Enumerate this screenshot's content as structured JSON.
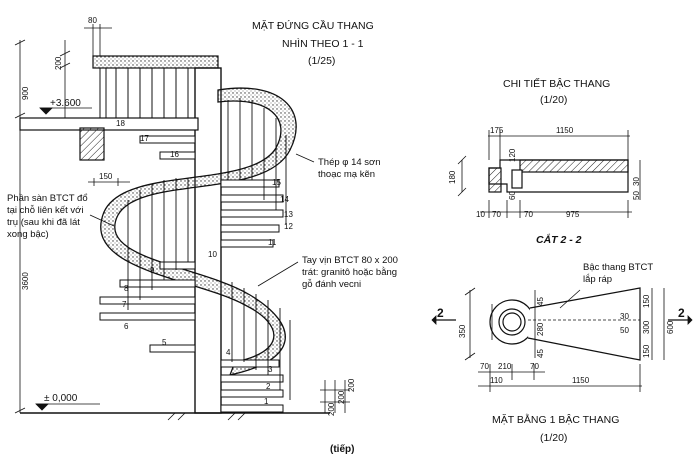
{
  "elevation": {
    "title_line1": "MẶT ĐỨNG CẦU THANG",
    "title_line2": "NHÌN THEO 1 - 1",
    "scale": "(1/25)",
    "level": "+3.600",
    "base_level": "± 0,000",
    "note_slab": [
      "Phần sàn BTCT đổ",
      "tại chỗ liên kết với",
      "trụ (sau khi đã lát",
      "xong bậc)"
    ],
    "note_steel": [
      "Thép φ 14 sơn",
      "thoạc mạ kẽn"
    ],
    "note_handrail": [
      "Tay vịn BTCT 80 x 200",
      "trát: granitô hoặc bằng",
      "gỗ đánh vecni"
    ],
    "dims": {
      "top": "80",
      "d200": "200",
      "d900": "900",
      "d150": "150",
      "d3600": "3600",
      "bottom1": "200",
      "bottom2": "200",
      "bottom3": "200"
    },
    "step_numbers": [
      "1",
      "2",
      "3",
      "4",
      "5",
      "6",
      "7",
      "8",
      "9",
      "10",
      "11",
      "12",
      "13",
      "14",
      "15",
      "16",
      "17",
      "18"
    ]
  },
  "step_detail": {
    "title": "CHI TIẾT BẬC THANG",
    "scale": "(1/20)",
    "section_label": "CẮT 2 - 2",
    "dims": {
      "d175": "175",
      "d1150": "1150",
      "d180": "180",
      "d120": "120",
      "d60": "60",
      "d30": "30",
      "d50": "50",
      "d10": "10",
      "d70a": "70",
      "d70b": "70",
      "d975": "975"
    }
  },
  "plan": {
    "title": "MẶT BẰNG 1 BẬC THANG",
    "scale": "(1/20)",
    "note": [
      "Bậc thang BTCT",
      "lắp ráp"
    ],
    "section_mark_left": "2",
    "section_mark_right": "2",
    "dims": {
      "d350": "350",
      "d280": "280",
      "d45a": "45",
      "d45b": "45",
      "d150a": "150",
      "d150b": "150",
      "d300": "300",
      "d600": "600",
      "d30": "30",
      "d50": "50",
      "d70a": "70",
      "d210": "210",
      "d70b": "70",
      "d110": "110",
      "d1150": "1150"
    }
  },
  "footer": "(tiếp)"
}
